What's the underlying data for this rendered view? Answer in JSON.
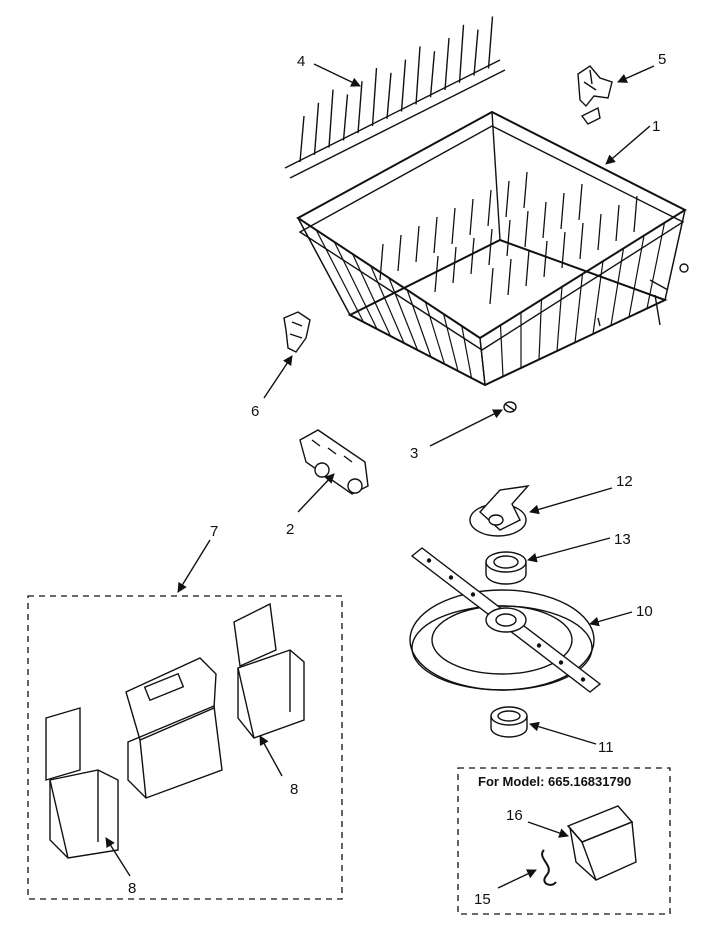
{
  "diagram": {
    "callouts": {
      "c1": "1",
      "c2": "2",
      "c3": "3",
      "c4": "4",
      "c5": "5",
      "c6": "6",
      "c7": "7",
      "c8a": "8",
      "c8b": "8",
      "c10": "10",
      "c11": "11",
      "c12": "12",
      "c13": "13",
      "c15": "15",
      "c16": "16"
    },
    "model_box": {
      "label": "For Model: 665.16831790"
    }
  }
}
